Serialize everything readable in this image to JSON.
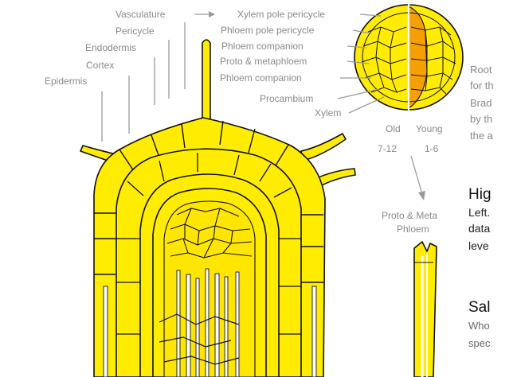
{
  "labels": {
    "vasculature": "Vasculature",
    "pericycle": "Pericycle",
    "endodermis": "Endodermis",
    "cortex": "Cortex",
    "epidermis": "Epidermis",
    "xylem_pole_pericycle": "Xylem pole pericycle",
    "phloem_pole_pericycle": "Phloem pole pericycle",
    "phloem_companion_1": "Phloem companion",
    "proto_metaphloem": "Proto & metaphloem",
    "phloem_companion_2": "Phloem companion",
    "procambium": "Procambium",
    "xylem": "Xylem",
    "old": "Old",
    "old_range": "7-12",
    "young": "Young",
    "young_range": "1-6",
    "proto_meta_phloem_1": "Proto & Meta",
    "proto_meta_phloem_2": "Phloem"
  },
  "side_text": {
    "root_1": "Root",
    "root_2": "for th",
    "root_3": "Brad",
    "root_4": "by th",
    "root_5": "the a",
    "heading_1": "Hig",
    "body_1a": "Left.",
    "body_1b": "data",
    "body_1c": "leve",
    "heading_2": "Sal",
    "body_2a": "Who",
    "body_2b": "spec"
  },
  "colors": {
    "cell_fill": "#ffec00",
    "young_fill": "#f5a000",
    "outline": "#111111",
    "label_gray": "#8a8a8a"
  }
}
